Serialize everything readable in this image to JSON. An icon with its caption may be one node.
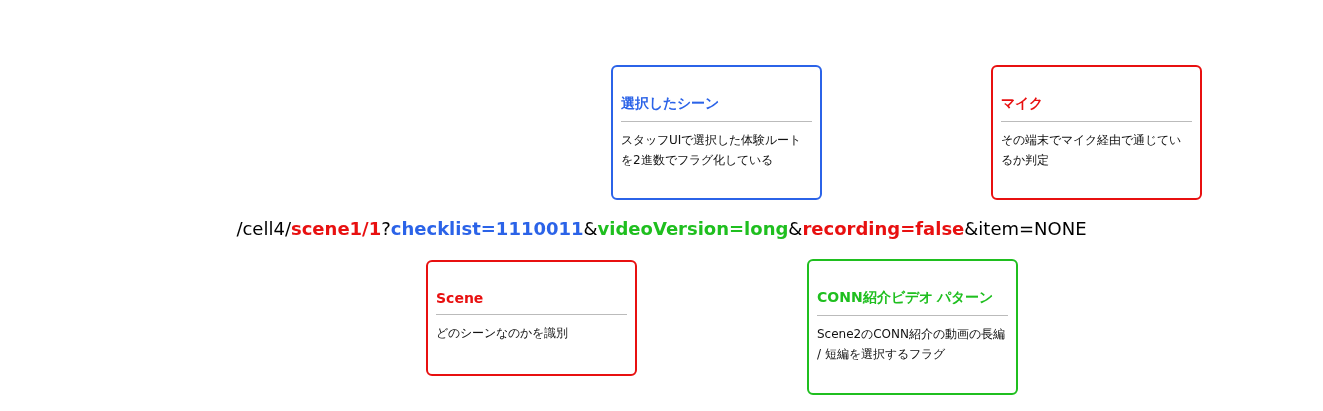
{
  "diagram": {
    "nodes": [
      {
        "text": [
          "選択したシーン",
          "スタッフUIで選択した体験ルートを2進数でフラグ化している"
        ]
      },
      {
        "text": [
          "マイク",
          "その端末でマイク経由で通じているか判定"
        ]
      },
      {
        "text": [
          "Scene",
          "どのシーンなのかを識別"
        ]
      },
      {
        "text": [
          "CONN紹介ビデオ パターン",
          "Scene2のCONN紹介の動画の長編 / 短編を選択するフラグ"
        ]
      }
    ],
    "edges": [],
    "labels": [
      "/cell4/",
      "scene1/1",
      "?",
      "checklist=1110011",
      "&",
      "videoVersion=long",
      "&",
      "recording=false",
      "&item=NONE"
    ]
  }
}
